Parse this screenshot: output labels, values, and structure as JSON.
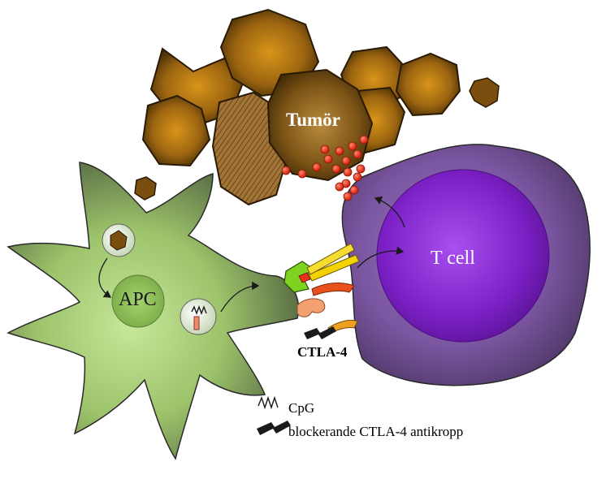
{
  "labels": {
    "tumor": "Tumör",
    "apc": "APC",
    "t_cell": "T cell",
    "ctla4": "CTLA-4"
  },
  "legend": {
    "cpg": "CpG",
    "antibody": "blockerande CTLA-4 antikropp"
  },
  "colors": {
    "tumor": "#8a5a12",
    "apc": "#a8cf74",
    "t_cell": "#7b4fa0",
    "t_cell_nucleus": "#7d20c8",
    "antigen_dots": "#e8301c",
    "receptor_yellow": "#f2d200",
    "receptor_green": "#7ed321",
    "ligand_orange": "#f28a3c"
  },
  "icons": [
    "cpg-icon",
    "antibody-icon",
    "antigen-icon",
    "arrow-icon"
  ]
}
